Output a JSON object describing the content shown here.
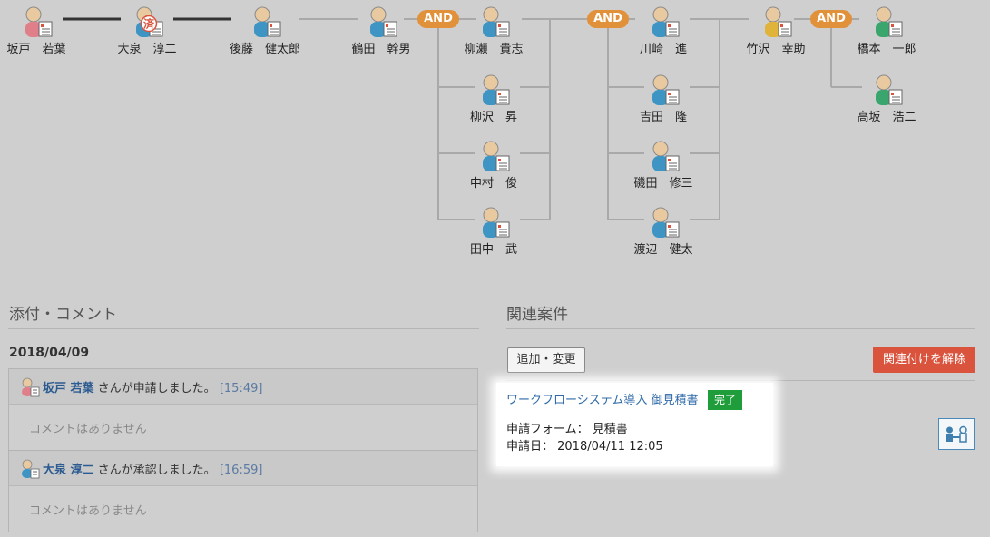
{
  "colors": {
    "female": "#e07f8a",
    "male_blue": "#3e95c4",
    "approver_yellow": "#e0b43a",
    "green": "#3aa66e",
    "and_badge": "#e0913a",
    "done_badge": "#1f9d3a",
    "remove_button": "#d9533d",
    "link": "#2f6aa8"
  },
  "flow": {
    "and_label": "AND",
    "approved_stamp": "済",
    "nodes": [
      {
        "name": "坂戸　若葉",
        "icon": "person-female-icon",
        "color": "#e07f8a"
      },
      {
        "name": "大泉　淳二",
        "icon": "person-approved-icon",
        "color": "#3e95c4"
      },
      {
        "name": "後藤　健太郎",
        "icon": "person-icon",
        "color": "#3e95c4"
      },
      {
        "name": "鶴田　幹男",
        "icon": "person-icon",
        "color": "#3e95c4"
      },
      {
        "name": "柳瀬　貴志",
        "icon": "person-icon",
        "color": "#3e95c4"
      },
      {
        "name": "柳沢　昇",
        "icon": "person-icon",
        "color": "#3e95c4"
      },
      {
        "name": "中村　俊",
        "icon": "person-icon",
        "color": "#3e95c4"
      },
      {
        "name": "田中　武",
        "icon": "person-icon",
        "color": "#3e95c4"
      },
      {
        "name": "川崎　進",
        "icon": "person-icon",
        "color": "#3e95c4"
      },
      {
        "name": "吉田　隆",
        "icon": "person-icon",
        "color": "#3e95c4"
      },
      {
        "name": "磯田　修三",
        "icon": "person-icon",
        "color": "#3e95c4"
      },
      {
        "name": "渡辺　健太",
        "icon": "person-icon",
        "color": "#3e95c4"
      },
      {
        "name": "竹沢　幸助",
        "icon": "person-icon",
        "color": "#e0b43a"
      },
      {
        "name": "橋本　一郎",
        "icon": "person-icon",
        "color": "#3aa66e"
      },
      {
        "name": "高坂　浩二",
        "icon": "person-icon",
        "color": "#3aa66e"
      }
    ]
  },
  "attachments": {
    "heading": "添付・コメント",
    "date": "2018/04/09",
    "entries": [
      {
        "user": "坂戸 若葉",
        "action": "さんが申請しました。",
        "time": "[15:49]",
        "comment": "コメントはありません",
        "icon": "person-female-icon"
      },
      {
        "user": "大泉 淳二",
        "action": "さんが承認しました。",
        "time": "[16:59]",
        "comment": "コメントはありません",
        "icon": "person-icon"
      }
    ]
  },
  "related": {
    "heading": "関連案件",
    "add_button": "追加・変更",
    "remove_button": "関連付けを解除",
    "item": {
      "title": "ワークフローシステム導入 御見積書",
      "status": "完了",
      "form_line": "申請フォーム： 見積書",
      "date_line": "申請日： 2018/04/11 12:05"
    },
    "link_icon": "relation-link-icon"
  }
}
